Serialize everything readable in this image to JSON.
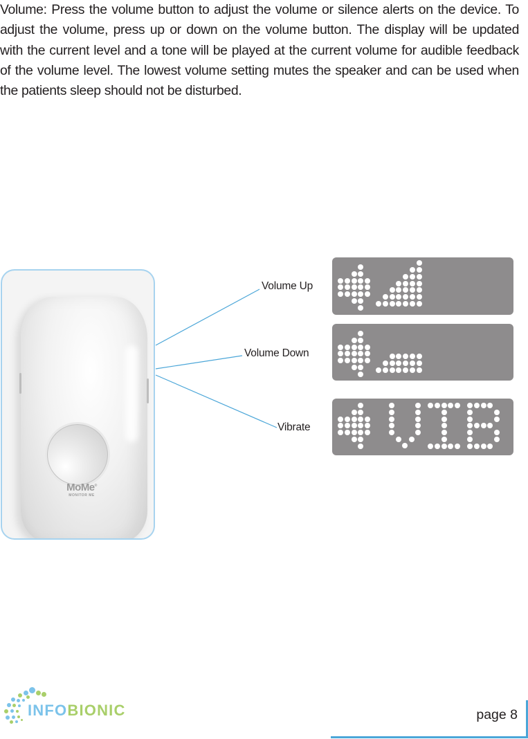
{
  "body_text": "Volume: Press the volume button to adjust the volume or silence alerts on the device. To adjust the volume, press up or down on the volume button. The display will be updated with the current level and a tone will be played at the current volume for audible feedback of the volume level. The lowest volume setting mutes the speaker and can be used when the patients sleep should not be disturbed.",
  "device": {
    "brand_name": "MoMe",
    "brand_mark": "®",
    "brand_sub": "MONITOR ME",
    "frame_color": "#a7d3ef"
  },
  "callouts": [
    {
      "label": "Volume Up",
      "display": "speaker-volume-up-bars"
    },
    {
      "label": "Volume Down",
      "display": "speaker-volume-low-bars"
    },
    {
      "label": "Vibrate",
      "display": "speaker-VIB"
    }
  ],
  "display_text": "VIB",
  "colors": {
    "panel": "#8e8c8d",
    "dot": "#ffffff",
    "callout_line": "#4ba6d8",
    "logo_info": "#7cc3ea",
    "logo_bionic": "#a9cf6a"
  },
  "logo": {
    "part1": "INFO",
    "part2": "BIONIC"
  },
  "footer": {
    "page_label": "page 8"
  }
}
